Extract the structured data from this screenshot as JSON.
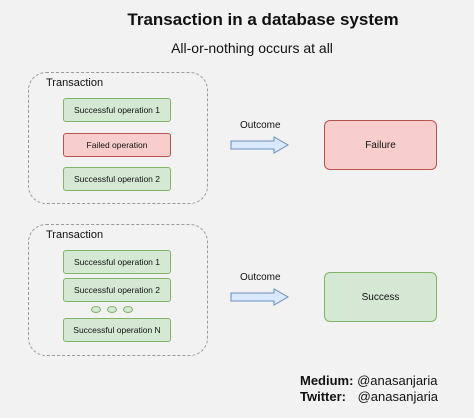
{
  "title": "Transaction in a database system",
  "subtitle": "All-or-nothing occurs at all",
  "top_group": {
    "label": "Transaction",
    "operations": [
      "Successful operation 1",
      "Failed operation",
      "Successful operation 2"
    ],
    "outcome_label": "Outcome",
    "result": "Failure"
  },
  "bottom_group": {
    "label": "Transaction",
    "operations": [
      "Successful operation 1",
      "Successful operation 2",
      "Successful operation N"
    ],
    "outcome_label": "Outcome",
    "result": "Success"
  },
  "credits": {
    "medium_label": "Medium:",
    "medium_handle": "@anasanjaria",
    "twitter_label": "Twitter:",
    "twitter_handle": "@anasanjaria"
  },
  "colors": {
    "success_fill": "#d5e8d4",
    "success_stroke": "#82b366",
    "failure_fill": "#f8cecc",
    "failure_stroke": "#b85450",
    "arrow_fill": "#dae8fc",
    "arrow_stroke": "#6c8ebf"
  }
}
